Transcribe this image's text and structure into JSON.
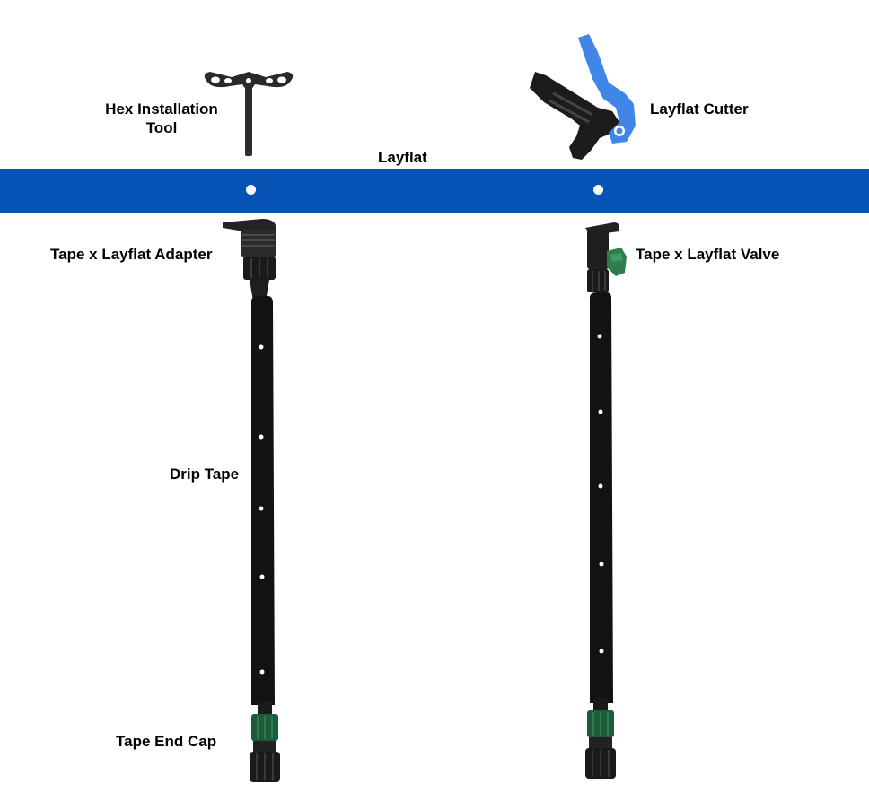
{
  "labels": {
    "hex_tool": "Hex Installation Tool",
    "layflat_cutter": "Layflat Cutter",
    "layflat": "Layflat",
    "tape_adapter": "Tape x Layflat Adapter",
    "tape_valve": "Tape x Layflat Valve",
    "drip_tape": "Drip Tape",
    "tape_end_cap": "Tape End Cap"
  },
  "colors": {
    "layflat_blue": "#0653b5",
    "cutter_blue": "#3f86e8",
    "fitting_dark": "#1f1f1f",
    "fitting_green": "#1f5a3a",
    "valve_handle_green": "#2e7d4f"
  }
}
